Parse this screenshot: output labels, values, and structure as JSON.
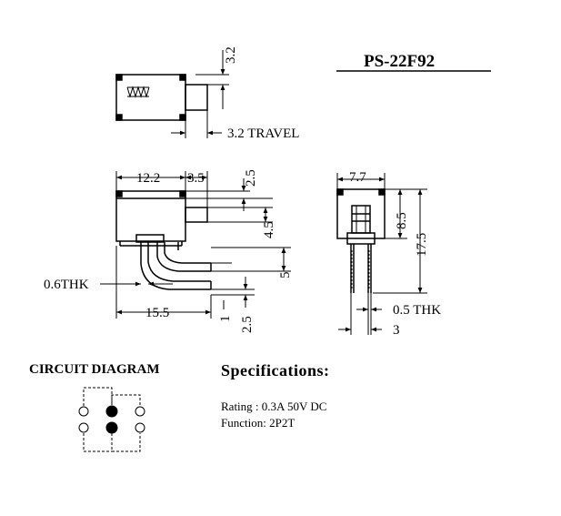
{
  "part_number": "PS-22F92",
  "top_view": {
    "dim_height": "3.2",
    "dim_travel": "3.2  TRAVEL"
  },
  "side_view": {
    "dim_body_width": "12.2",
    "dim_actuator": "3.5",
    "dim_top": "2.5",
    "dim_actuator_height": "4.5",
    "dim_pin_spacing": "5",
    "dim_thickness": "0.6THK",
    "dim_length": "15.5",
    "dim_bottom_1": "1",
    "dim_bottom_2": "2.5"
  },
  "end_view": {
    "dim_width": "7.7",
    "dim_inner_height": "8.5",
    "dim_total_height": "17.5",
    "dim_pin_thickness": "0.5  THK",
    "dim_pin_offset": "3"
  },
  "circuit": {
    "title": "CIRCUIT DIAGRAM"
  },
  "specifications": {
    "title": "Specifications:",
    "rating": "Rating : 0.3A 50V DC",
    "function": "Function: 2P2T"
  }
}
